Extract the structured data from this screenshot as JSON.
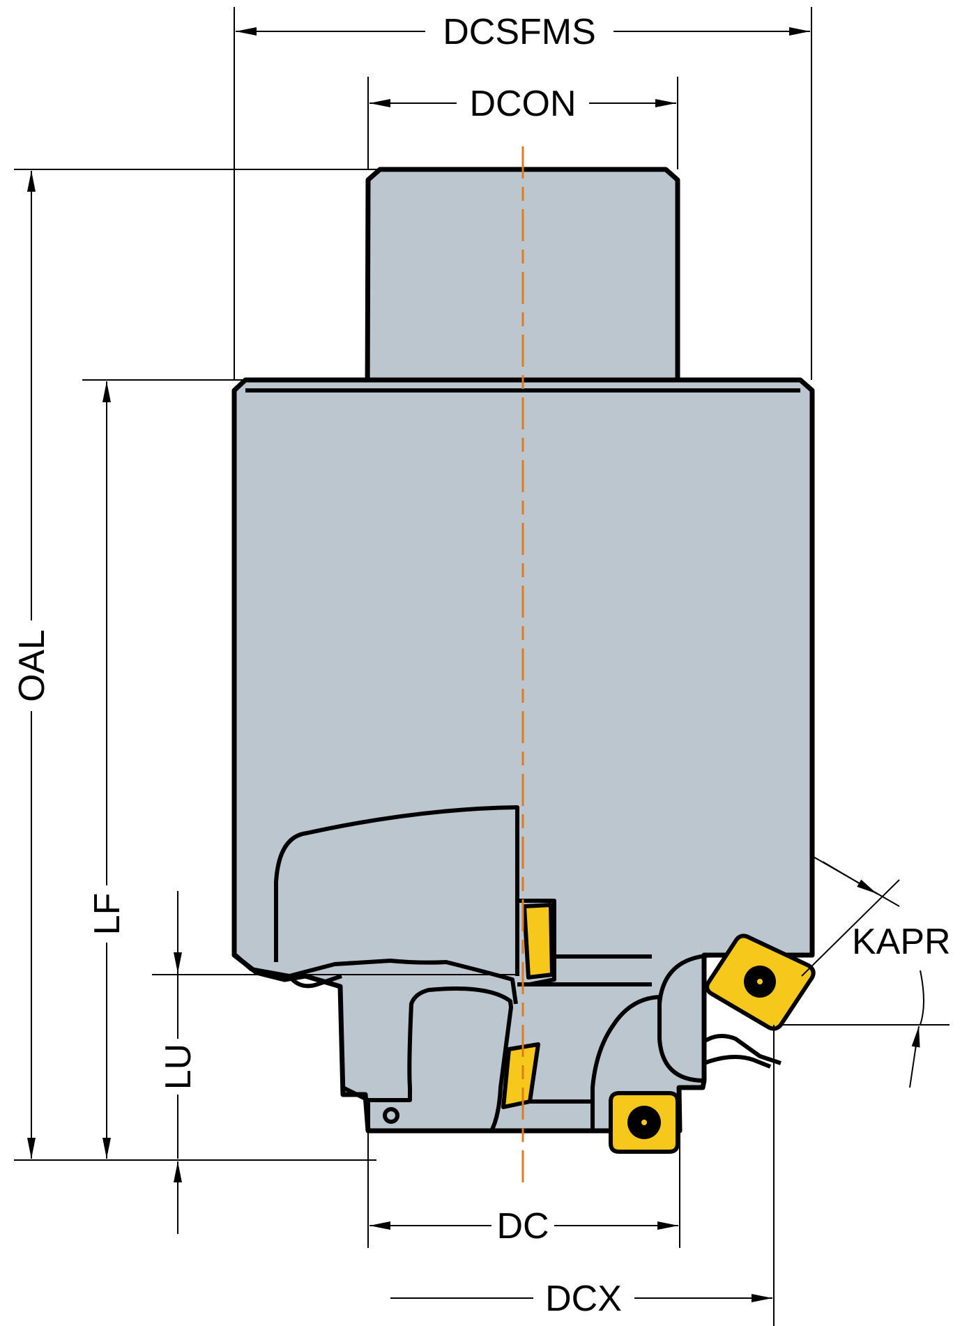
{
  "labels": {
    "dcsfms": "DCSFMS",
    "dcon": "DCON",
    "oal": "OAL",
    "lf": "LF",
    "lu": "LU",
    "dc": "DC",
    "dcx": "DCX",
    "kapr": "KAPR"
  },
  "colors": {
    "body": "#bcc6cf",
    "insert": "#f6c81c",
    "centerline": "#e07a1f",
    "line": "#000000"
  }
}
